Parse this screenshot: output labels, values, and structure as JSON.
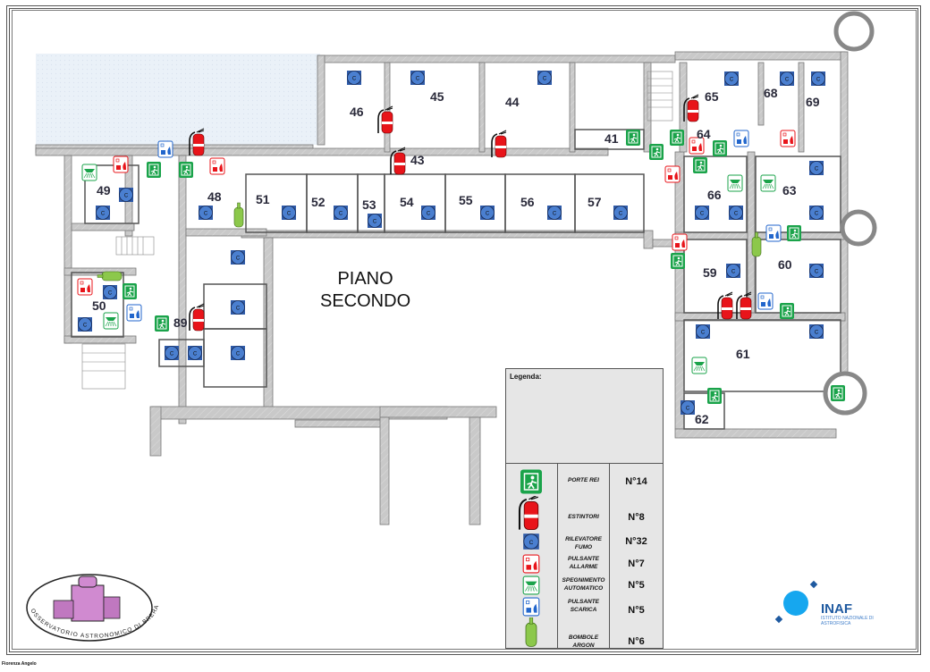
{
  "title": {
    "line1": "PIANO",
    "line2": "SECONDO"
  },
  "rooms": [
    {
      "id": "41"
    },
    {
      "id": "43"
    },
    {
      "id": "44"
    },
    {
      "id": "45"
    },
    {
      "id": "46"
    },
    {
      "id": "48"
    },
    {
      "id": "49"
    },
    {
      "id": "50"
    },
    {
      "id": "51"
    },
    {
      "id": "52"
    },
    {
      "id": "53"
    },
    {
      "id": "54"
    },
    {
      "id": "55"
    },
    {
      "id": "56"
    },
    {
      "id": "57"
    },
    {
      "id": "59"
    },
    {
      "id": "60"
    },
    {
      "id": "61"
    },
    {
      "id": "62"
    },
    {
      "id": "63"
    },
    {
      "id": "64"
    },
    {
      "id": "65"
    },
    {
      "id": "66"
    },
    {
      "id": "68"
    },
    {
      "id": "69"
    },
    {
      "id": "89"
    }
  ],
  "legend": {
    "heading": "Legenda:",
    "rows": [
      {
        "icon": "emergency-exit-icon",
        "name": "PORTE REI",
        "count": "N°14"
      },
      {
        "icon": "fire-extinguisher-icon",
        "name": "ESTINTORI",
        "count": "N°8"
      },
      {
        "icon": "smoke-detector-icon",
        "name": "RILEVATORE FUMO",
        "count": "N°32"
      },
      {
        "icon": "alarm-button-icon",
        "name": "PULSANTE ALLARME",
        "count": "N°7"
      },
      {
        "icon": "sprinkler-icon",
        "name": "SPEGNIMENTO AUTOMATICO",
        "count": "N°5"
      },
      {
        "icon": "discharge-button-icon",
        "name": "PULSANTE SCARICA",
        "count": "N°5"
      },
      {
        "icon": "argon-cylinder-icon",
        "name": "BOMBOLE ARGON",
        "count": "N°6"
      }
    ]
  },
  "logos": {
    "brera": "OSSERVATORIO ASTRONOMICO DI BRERA",
    "inaf": "INAF",
    "inaf_sub": "ISTITUTO NAZIONALE DI ASTROFISICA"
  },
  "author": "Fiorenza Angelo",
  "colors": {
    "exit": "#1aa34a",
    "extinguisher": "#e8141a",
    "detector": "#4a7fd0",
    "alarm": "#e8141a",
    "sprinkler": "#1aa34a",
    "discharge": "#2266cc",
    "argon": "#8cc84b",
    "wall": "#c8c8c8",
    "courtyard": "#e9f0f7"
  }
}
